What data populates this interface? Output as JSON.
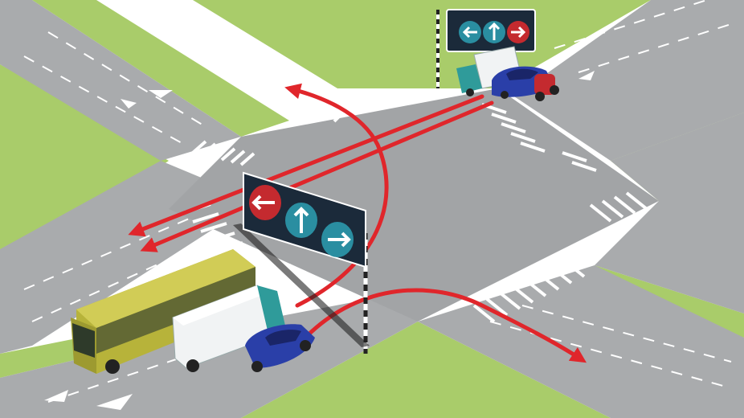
{
  "scene": {
    "type": "isometric-intersection-illustration",
    "colors": {
      "grass": "#a9cc6a",
      "grass_edge": "#8fb653",
      "road": "#a9abad",
      "road_dark": "#9c9ea1",
      "sidewalk": "#d6d8da",
      "marking": "#ffffff",
      "arrow": "#e0262b",
      "sign_panel": "#1b2a3a",
      "sign_teal": "#2a8ea1"
    },
    "signs": [
      {
        "position": "far-corner",
        "icons": [
          "arrow-left-icon",
          "arrow-up-icon",
          "arrow-right-icon"
        ],
        "colors": [
          "teal",
          "teal",
          "red"
        ]
      },
      {
        "position": "near-corner",
        "icons": [
          "arrow-left-icon",
          "arrow-up-icon",
          "arrow-right-icon"
        ],
        "colors": [
          "red",
          "teal",
          "teal"
        ]
      }
    ],
    "vehicles": [
      {
        "kind": "bus",
        "color": "#b7b33a",
        "location": "near-left-lane"
      },
      {
        "kind": "box-truck",
        "color": "#e9ecee",
        "location": "near-middle-lane"
      },
      {
        "kind": "car",
        "color": "#2a3fa8",
        "location": "near-right-lane"
      },
      {
        "kind": "box-truck",
        "color": "#2f9b9a",
        "location": "far-lane"
      },
      {
        "kind": "car",
        "color": "#2a3fa8",
        "location": "far-lane"
      },
      {
        "kind": "motorcycle",
        "color": "#c42a2f",
        "location": "far-lane"
      }
    ],
    "paths": [
      {
        "from": "near-bottom",
        "to": "top-left",
        "move": "curve-left"
      },
      {
        "from": "far-top",
        "to": "left",
        "move": "straight"
      },
      {
        "from": "far-top",
        "to": "left",
        "move": "straight"
      },
      {
        "from": "near",
        "to": "bottom-right",
        "move": "curve-right"
      }
    ]
  }
}
